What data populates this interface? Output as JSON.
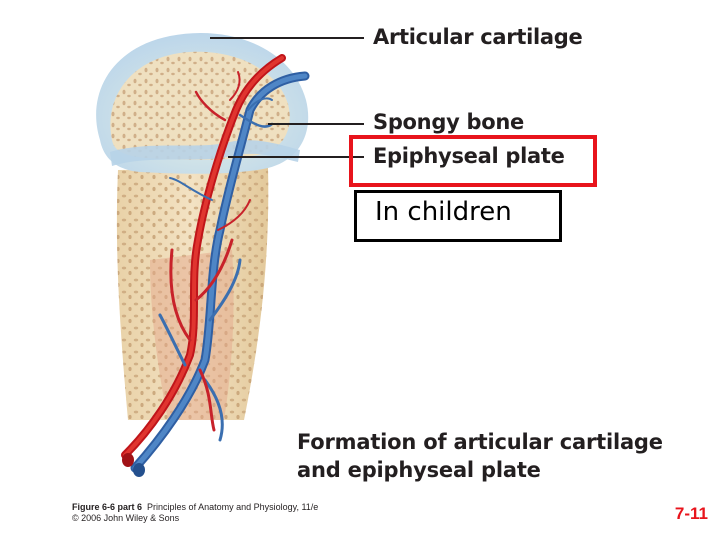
{
  "labels": {
    "articular_cartilage": "Articular cartilage",
    "spongy_bone": "Spongy bone",
    "epiphyseal_plate": "Epiphyseal plate"
  },
  "annotation": {
    "in_children": "In children"
  },
  "caption": {
    "line1": "Formation of articular cartilage",
    "line2": "and epiphyseal plate"
  },
  "credit": {
    "figure_ref": "Figure 6-6 part 6",
    "book": "Principles of Anatomy and Physiology, 11/e",
    "copyright": "© 2006 John Wiley & Sons"
  },
  "slide_number": "7-11",
  "colors": {
    "highlight_box": "#e8141c",
    "slide_number": "#e8141c",
    "artery": "#d3262a",
    "vein": "#3b6fb0",
    "cartilage": "#cfe2ee",
    "bone": "#efdcb8"
  }
}
